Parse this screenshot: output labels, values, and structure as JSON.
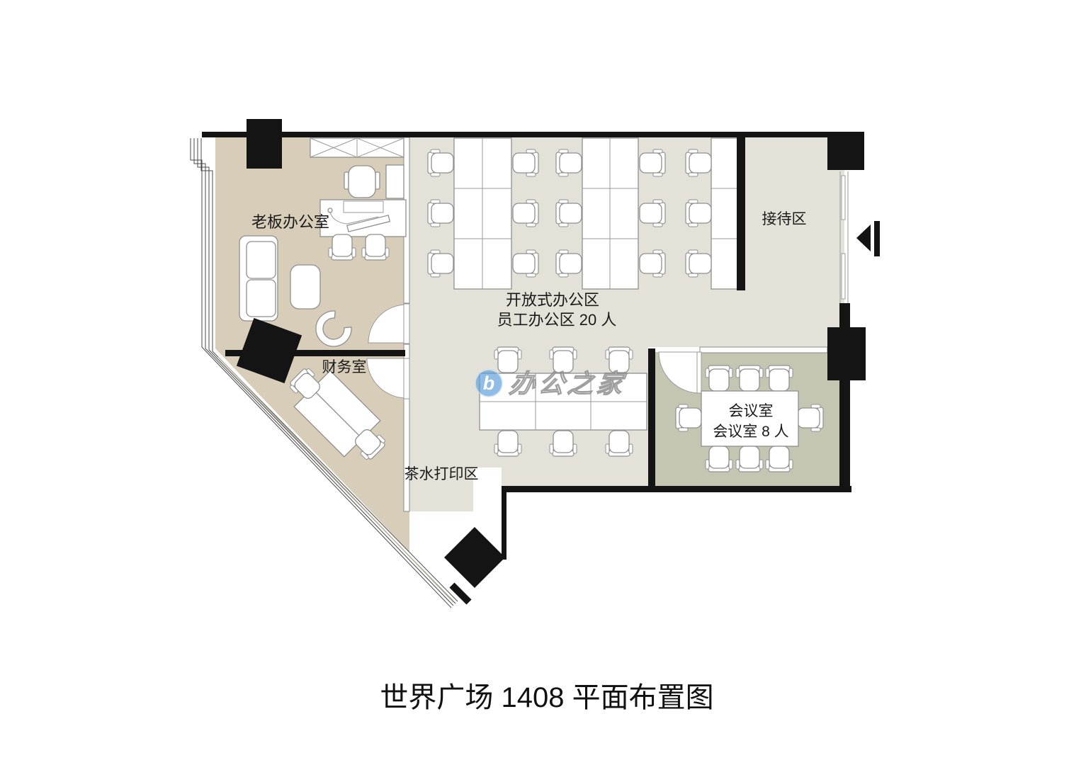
{
  "title": "世界广场 1408 平面布置图",
  "watermark": {
    "brand": "办公之家",
    "logo_letter": "b"
  },
  "rooms": {
    "boss_office": {
      "label": "老板办公室"
    },
    "finance_room": {
      "label": "财务室"
    },
    "open_office": {
      "line1": "开放式办公区",
      "line2": "员工办公区  20 人",
      "seats": 20
    },
    "tea_print_area": {
      "label": "茶水打印区"
    },
    "reception": {
      "label": "接待区"
    },
    "meeting_room": {
      "line1": "会议室",
      "line2": "会议室  8 人",
      "seats": 8
    }
  },
  "colors": {
    "wall": "#141414",
    "boss_finance_floor": "#d7cdb9",
    "open_area_floor": "#e4e1d8",
    "meeting_floor": "#c4c6b1",
    "furniture_outline": "#8f8f8f",
    "watermark_blue": "#5b9fd8"
  }
}
